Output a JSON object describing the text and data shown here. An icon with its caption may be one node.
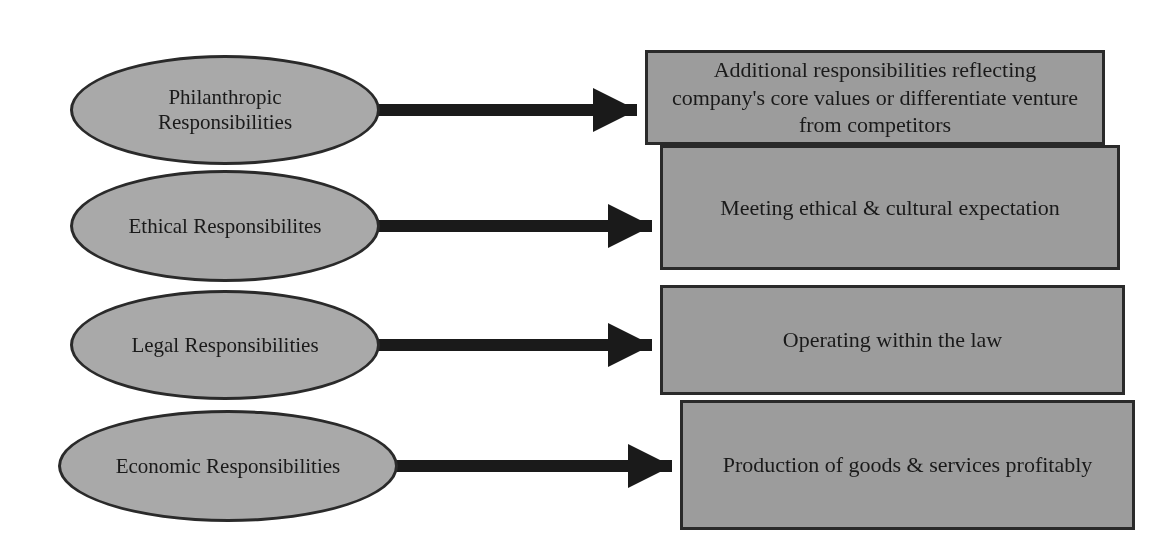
{
  "diagram": {
    "nodes": [
      {
        "text": [
          "Philanthropic Responsibilities"
        ]
      },
      {
        "text": [
          "Additional responsibilities reflecting company's core values or differentiate venture from competitors"
        ]
      },
      {
        "text": [
          "Ethical Responsibilites"
        ]
      },
      {
        "text": [
          "Meeting ethical & cultural expectation"
        ]
      },
      {
        "text": [
          "Legal Responsibilities"
        ]
      },
      {
        "text": [
          "Operating within the law"
        ]
      },
      {
        "text": [
          "Economic Responsibilities"
        ]
      },
      {
        "text": [
          "Production of goods & services profitably"
        ]
      }
    ],
    "edges": [
      {
        "from": 0,
        "to": 1,
        "arrow": "to"
      },
      {
        "from": 2,
        "to": 3,
        "arrow": "to"
      },
      {
        "from": 4,
        "to": 5,
        "arrow": "to"
      },
      {
        "from": 6,
        "to": 7,
        "arrow": "to"
      }
    ]
  }
}
